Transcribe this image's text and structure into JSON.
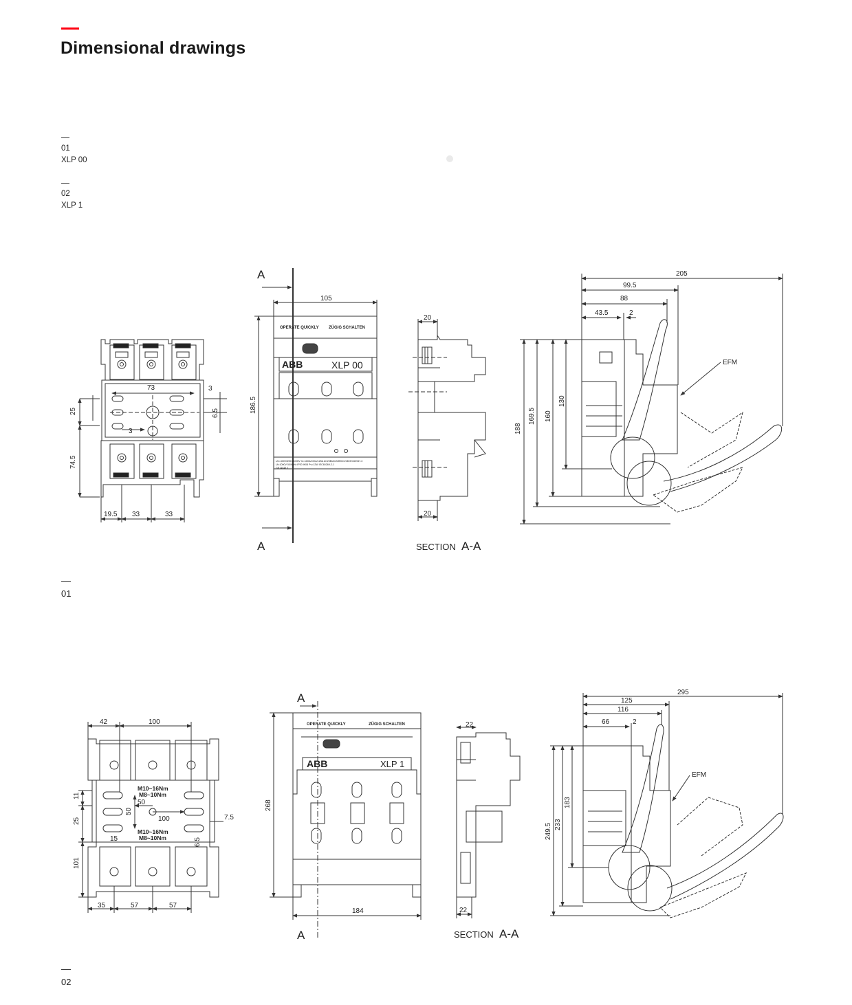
{
  "header": {
    "title": "Dimensional drawings",
    "accent_color": "#ff000f"
  },
  "captions": [
    {
      "num": "01",
      "label": "XLP 00"
    },
    {
      "num": "02",
      "label": "XLP 1"
    }
  ],
  "figures": {
    "fig1": {
      "label": "01",
      "front": {
        "d_width": "73",
        "d_h25": "25",
        "d_h745": "74.5",
        "d_3a": "3",
        "d_3b": "3",
        "d_65": "6.5",
        "d_195": "19.5",
        "d_33a": "33",
        "d_33b": "33"
      },
      "body": {
        "top_text_left": "OPERATE QUICKLY",
        "top_text_right": "ZÜGIG SCHALTEN",
        "brand": "ABB",
        "model": "XLP 00",
        "d_width": "105",
        "d_height": "186.5",
        "spec_line1": "Ue=400V/690V/1000V  Ie=160A/100A/125A  AC23B/AC22B/DC21B  IEC60947-3",
        "spec_line2": "Ui=1000V  50/60Hz  IP30  IK08  Pv=12W  IEC60269-2-1",
        "spec_line3": "GB14048.3"
      },
      "section": {
        "label_a": "A",
        "label_a2": "A",
        "title": "SECTION",
        "title_suffix": "A-A",
        "d_top": "20",
        "d_bottom": "20"
      },
      "side": {
        "d_205": "205",
        "d_995": "99.5",
        "d_88": "88",
        "d_435": "43.5",
        "d_2": "2",
        "d_188": "188",
        "d_1695": "169.5",
        "d_160": "160",
        "d_130": "130",
        "efm": "EFM"
      }
    },
    "fig2": {
      "label": "02",
      "front": {
        "d_42": "42",
        "d_100": "100",
        "d_11": "11",
        "d_25": "25",
        "d_101": "101",
        "torque1": "M10~16Nm",
        "torque2": "M8~10Nm",
        "torque3": "M10~16Nm",
        "torque4": "M8~10Nm",
        "d_50a": "50",
        "d_50b": "50",
        "d_100b": "100",
        "d_15": "15",
        "d_65": "6.5",
        "d_75": "7.5",
        "d_35": "35",
        "d_57a": "57",
        "d_57b": "57"
      },
      "body": {
        "top_text_left": "OPERATE QUICKLY",
        "top_text_right": "ZÜGIG SCHALTEN",
        "brand": "ABB",
        "model": "XLP 1",
        "d_height": "268",
        "d_width": "184"
      },
      "section": {
        "label_a": "A",
        "label_a2": "A",
        "title": "SECTION",
        "title_suffix": "A-A",
        "d_top": "22",
        "d_bottom": "22"
      },
      "side": {
        "d_295": "295",
        "d_125": "125",
        "d_116": "116",
        "d_66": "66",
        "d_2": "2",
        "d_2495": "249.5",
        "d_233": "233",
        "d_183": "183",
        "efm": "EFM"
      }
    }
  }
}
